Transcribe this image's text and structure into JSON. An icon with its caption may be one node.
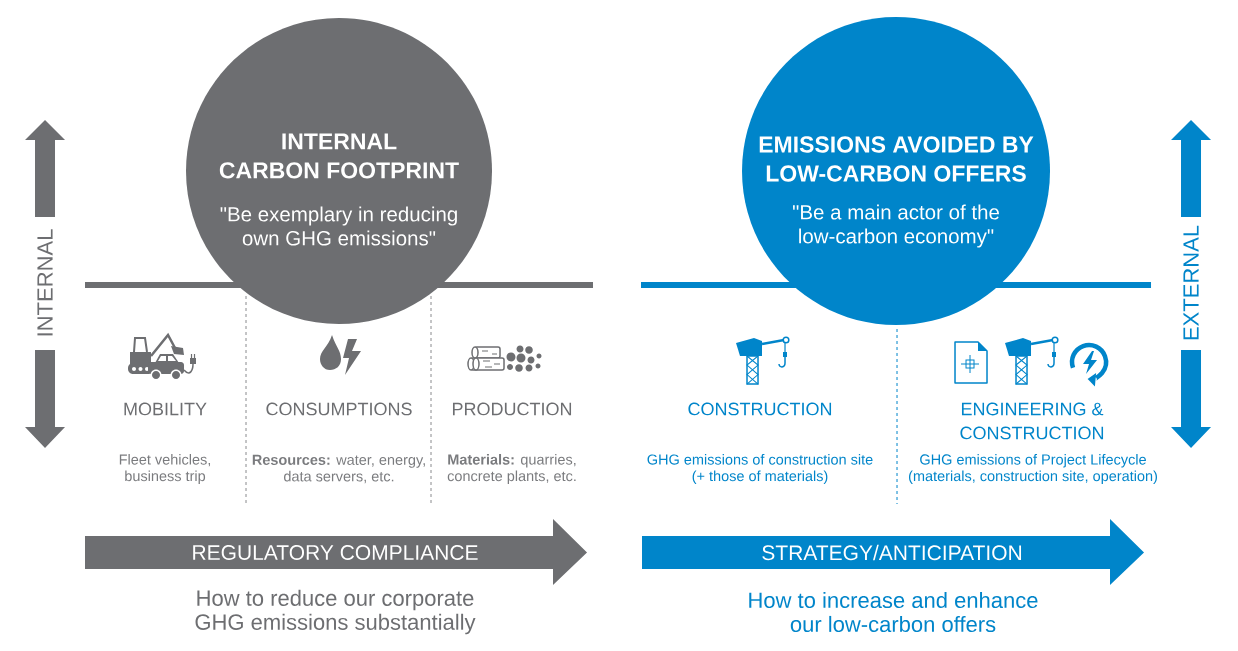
{
  "diagram": {
    "nodes": [
      {
        "text": [
          "INTERNAL CARBON FOOTPRINT",
          "\"Be exemplary in reducing own GHG emissions\""
        ]
      },
      {
        "text": [
          "EMISSIONS AVOIDED BY LOW-CARBON OFFERS",
          "\"Be a main actor of the low-carbon economy\""
        ]
      },
      {
        "text": [
          "REGULATORY COMPLIANCE"
        ],
        "beside": [
          "How to reduce our corporate GHG emissions substantially"
        ]
      },
      {
        "text": [
          "STRATEGY/ANTICIPATION"
        ],
        "beside": [
          "How to increase and enhance our low-carbon offers"
        ]
      }
    ],
    "labels": [
      "INTERNAL",
      "MOBILITY",
      "CONSUMPTIONS",
      "PRODUCTION",
      "CONSTRUCTION",
      "ENGINEERING & CONSTRUCTION",
      "EXTERNAL",
      "Fleet vehicles, business trip",
      "**Resources:** water, energy, data servers, etc.",
      "**Materials:** quarries, concrete plants, etc.",
      "GHG emissions of construction site (+ those of materials)",
      "GHG emissions of Project Lifecycle (materials, construction site, operation)"
    ]
  }
}
